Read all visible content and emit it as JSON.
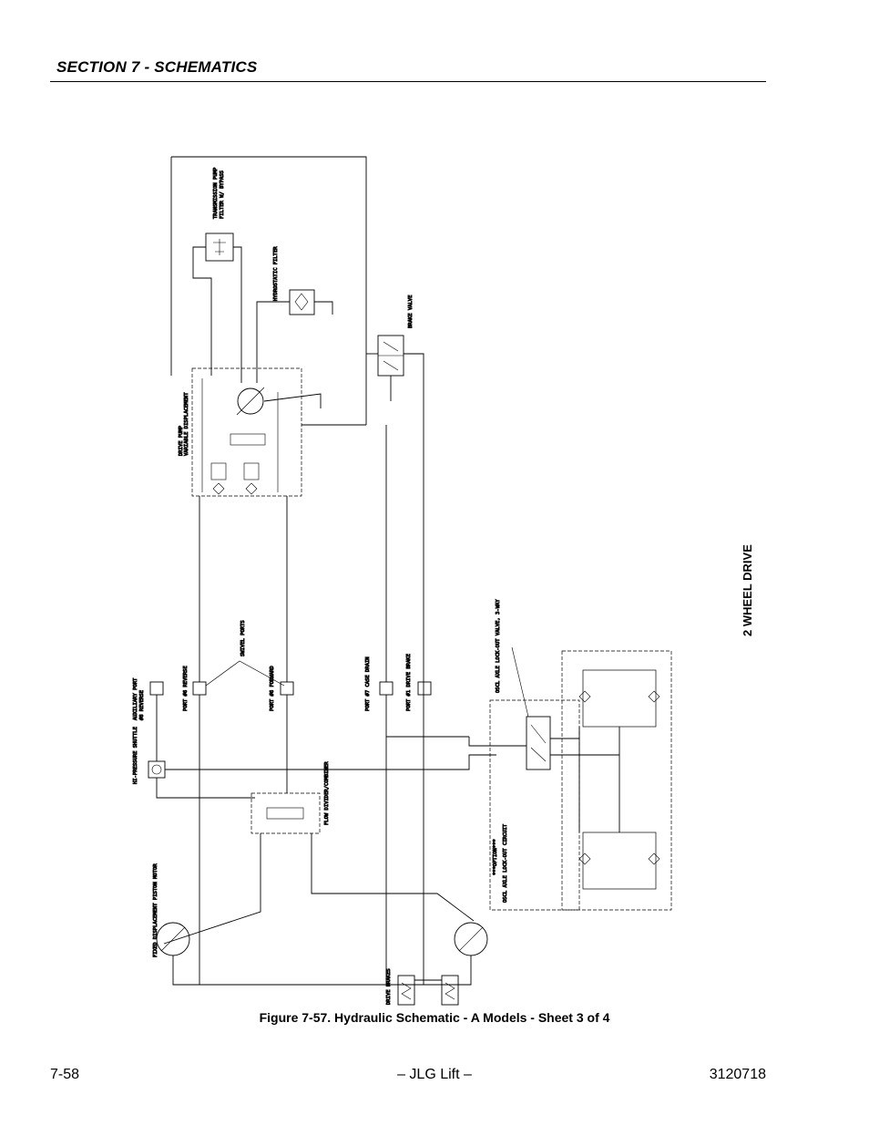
{
  "header": {
    "section": "SECTION 7 - SCHEMATICS"
  },
  "side_tab": {
    "label": "2 WHEEL DRIVE"
  },
  "caption": "Figure 7-57.  Hydraulic Schematic - A Models - Sheet 3 of 4",
  "footer": {
    "page": "7-58",
    "brand": "– JLG Lift –",
    "doc_number": "3120718"
  },
  "labels": {
    "transmission_pump": "TRANSMISSION PUMP",
    "filter_note": "FILTER W/ BYPASS",
    "hydrostatic_filter": "HYDROSTATIC FILTER",
    "brake_valve": "BRAKE VALVE",
    "drive_pump": "DRIVE PUMP",
    "drive_pump_sub": "VARIABLE DISPLACEMENT",
    "auxiliary_port": "AUXILIARY PORT",
    "auxiliary_port_sub": "#8 REVERSE",
    "port_reverse": "PORT #6 REVERSE",
    "port_forward": "PORT #6 FORWARD",
    "swivel_ports": "SWIVEL PORTS",
    "port_case_drain": "PORT #7 CASE DRAIN",
    "port_drive_brake": "PORT #1 DRIVE BRAKE",
    "hi_pressure": "HI-PRESSURE SHUTTLE",
    "flow_divider": "FLOW DIVIDER/COMBINER",
    "fixed_motor": "FIXED DISPLACEMENT PISTON MOTOR",
    "osc_lockout_valve": "OSCL AXLE LOCK-OUT VALVE, 3-WAY",
    "option": "***OPTION***",
    "osc_lockout_circuit": "OSCL AXLE LOCK-OUT CIRCUIT",
    "drive_brakes": "DRIVE BRAKES"
  }
}
